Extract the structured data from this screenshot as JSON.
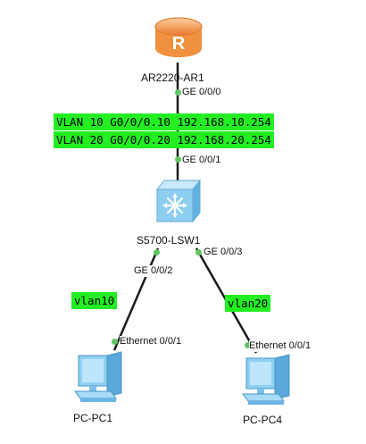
{
  "colors": {
    "link": "#1a1a1a",
    "note_bg": "#22ee22",
    "router": "#f39a48",
    "switch": "#7fc7ee",
    "pc": "#6fb8e6",
    "port_dot": "#5fc55f"
  },
  "devices": {
    "router": {
      "name": "AR2220-AR1",
      "icon": "router-icon"
    },
    "switch": {
      "name": "S5700-LSW1",
      "icon": "switch-icon"
    },
    "pc1": {
      "name": "PC-PC1",
      "icon": "pc-icon"
    },
    "pc4": {
      "name": "PC-PC4",
      "icon": "pc-icon"
    }
  },
  "ports": {
    "router_down": "GE 0/0/0",
    "switch_up": "GE 0/0/1",
    "switch_left": "GE 0/0/2",
    "switch_right": "GE 0/0/3",
    "pc1_eth": "Ethernet 0/0/1",
    "pc4_eth": "Ethernet 0/0/1"
  },
  "notes": {
    "vlan10_subif": "VLAN 10 G0/0/0.10 192.168.10.254",
    "vlan20_subif": "VLAN 20 G0/0/0.20 192.168.20.254",
    "left_vlan": "vlan10",
    "right_vlan": "vlan20"
  }
}
